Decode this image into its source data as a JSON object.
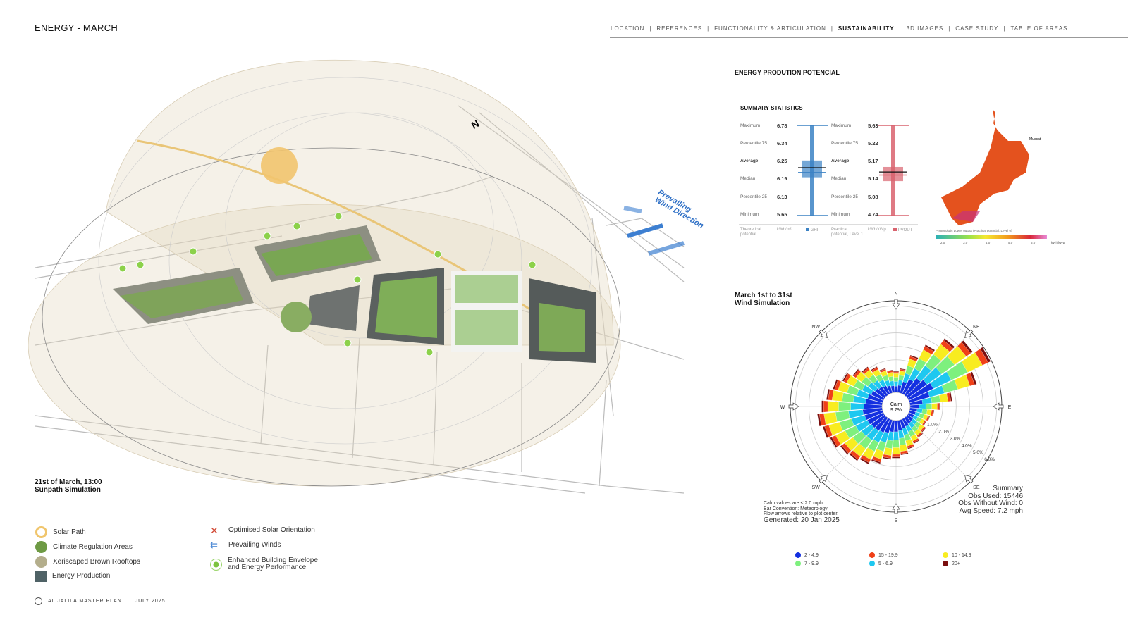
{
  "header": {
    "title": "ENERGY - MARCH",
    "nav": [
      {
        "label": "LOCATION",
        "active": false
      },
      {
        "label": "REFERENCES",
        "active": false
      },
      {
        "label": "FUNCTIONALITY & ARTICULATION",
        "active": false
      },
      {
        "label": "SUSTAINABILITY",
        "active": true
      },
      {
        "label": "3D IMAGES",
        "active": false
      },
      {
        "label": "CASE STUDY",
        "active": false
      },
      {
        "label": "TABLE OF AREAS",
        "active": false
      }
    ],
    "separator": "|"
  },
  "site_plan": {
    "north_label": "N",
    "wind_label_1": "Prevailing",
    "wind_label_2": "Wind Direction",
    "caption_1": "21st of March, 13:00",
    "caption_2": "Sunpath Simulation"
  },
  "energy": {
    "title": "ENERGY PRODUTION POTENCIAL",
    "stats_title": "SUMMARY STATISTICS",
    "row_labels": [
      "Maximum",
      "Percentile 75",
      "Average",
      "Median",
      "Percentile 25",
      "Minimum"
    ],
    "ghi_values": [
      "6.78",
      "6.34",
      "6.25",
      "6.19",
      "6.13",
      "5.65"
    ],
    "pvout_values": [
      "5.63",
      "5.22",
      "5.17",
      "5.14",
      "5.08",
      "4.74"
    ],
    "ghi_foot": {
      "label": "Theoretical potential",
      "unit": "kWh/m²",
      "legend": "GHI"
    },
    "pvout_foot": {
      "label": "Practical potential, Level 1",
      "unit": "kWh/kWp",
      "legend": "PVOUT"
    },
    "ghi_color": "#3b82c4",
    "pvout_color": "#d9636e",
    "map_city": "Muscat",
    "map_bar_title": "Photovoltaic power output (Practical potential, Level 0)",
    "map_ticks": [
      "2.0",
      "3.0",
      "4.0",
      "5.0",
      "6.0"
    ],
    "map_unit": "kWh/kWp"
  },
  "wind": {
    "title_1": "March 1st to 31st",
    "title_2": "Wind Simulation",
    "directions": [
      "N",
      "NE",
      "E",
      "SE",
      "S",
      "SW",
      "W",
      "NW"
    ],
    "calm_label": "Calm",
    "calm_value": "9.7%",
    "rings": [
      "1.0%",
      "2.0%",
      "3.0%",
      "4.0%",
      "5.0%",
      "6.0%"
    ],
    "notes": [
      "Calm values are < 2.0 mph",
      "Bar Convention: Meteorology",
      "Flow arrows relative to plot center."
    ],
    "generated": "Generated: 20 Jan 2025",
    "summary": [
      "Summary",
      "Obs Used: 15446",
      "Obs Without Wind: 0",
      "Avg Speed: 7.2 mph"
    ],
    "bins": [
      {
        "label": "2 - 4.9",
        "color": "#1430e0"
      },
      {
        "label": "5 - 6.9",
        "color": "#1ec8f0"
      },
      {
        "label": "7 - 9.9",
        "color": "#7ef07e"
      },
      {
        "label": "10 - 14.9",
        "color": "#f8ec20"
      },
      {
        "label": "15 - 19.9",
        "color": "#f04018"
      },
      {
        "label": "20+",
        "color": "#7a0e0e"
      }
    ],
    "sector_totals_pct": [
      1.4,
      1.6,
      2.6,
      3.6,
      4.6,
      5.3,
      6.0,
      4.6,
      2.8,
      2.0,
      1.6,
      1.4,
      1.3,
      1.5,
      1.6,
      1.8,
      2.0,
      2.3,
      2.5,
      2.6,
      3.0,
      3.3,
      3.5,
      3.6,
      3.9,
      4.1,
      4.3,
      4.0,
      3.7,
      3.4,
      3.0,
      2.6,
      2.3,
      2.0,
      1.7,
      1.5
    ]
  },
  "legend": {
    "left": [
      "Solar Path",
      "Climate Regulation Areas",
      "Xeriscaped Brown Rooftops",
      "Energy Production"
    ],
    "right": [
      "Optimised Solar Orientation",
      "Prevailing Winds",
      "Enhanced Building Envelope",
      "and Energy Performance"
    ]
  },
  "footer": {
    "project": "AL JALILA MASTER PLAN",
    "sep": "|",
    "date": "JULY 2025"
  }
}
